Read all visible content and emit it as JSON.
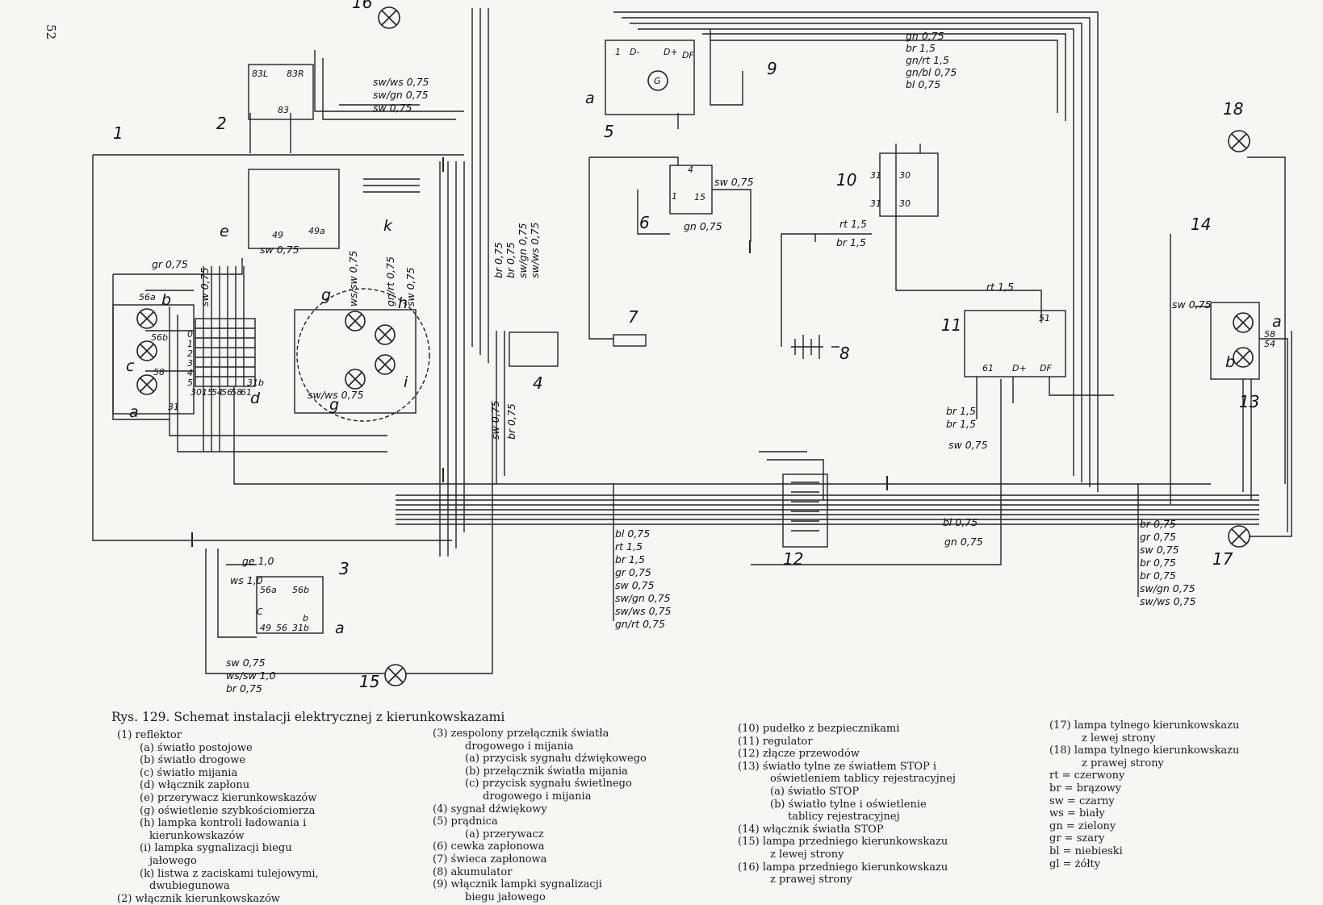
{
  "page_number": "52",
  "caption": "Rys. 129. Schemat instalacji elektrycznej z kierunkowskazami",
  "component_numbers": [
    "1",
    "2",
    "3",
    "4",
    "5",
    "6",
    "7",
    "8",
    "9",
    "10",
    "11",
    "12",
    "13",
    "14",
    "15",
    "16",
    "17",
    "18"
  ],
  "component_letters": {
    "lamp_group_1": [
      "56a",
      "b",
      "56b",
      "c",
      "58",
      "a",
      "31"
    ],
    "switch_2": [
      "83L",
      "83R",
      "83"
    ],
    "switch_e": [
      "e",
      "49",
      "49a"
    ],
    "instrument": [
      "g",
      "h",
      "i",
      "g"
    ],
    "k": "k",
    "d": "d",
    "generator": [
      "a",
      "1",
      "D-",
      "D+",
      "DF",
      "G"
    ],
    "switch_3": [
      "56a",
      "56b",
      "C",
      "49",
      "56",
      "31b",
      "b",
      "a"
    ],
    "regulator": [
      "51",
      "61",
      "D+",
      "DF"
    ],
    "fusebox": [
      "31",
      "30",
      "31",
      "30"
    ],
    "coil": [
      "4",
      "1",
      "15"
    ],
    "tail_13": [
      "a",
      "58",
      "54",
      "b"
    ]
  },
  "matrix_rows": [
    "0",
    "1",
    "2",
    "3",
    "4",
    "5"
  ],
  "matrix_cols": [
    "30",
    "15",
    "54",
    "56",
    "58",
    "61",
    "31b"
  ],
  "wire_labels": {
    "top_left": [
      "sw/ws 0,75",
      "sw/gn 0,75",
      "sw 0,75"
    ],
    "top_right": [
      "gn 0,75",
      "br 1,5",
      "gn/rt 1,5",
      "gn/bl 0,75",
      "bl 0,75"
    ],
    "gr075": "gr 0,75",
    "sw075_e": "sw 0,75",
    "sw075_coil": "sw 0,75",
    "gn075_coil": "gn 0,75",
    "rt15_a": "rt 1,5",
    "br15_a": "br 1,5",
    "rt15_b": "rt 1,5",
    "sw075_right": "sw 0,75",
    "br15_pair": [
      "br 1,5",
      "br 1,5"
    ],
    "sw075_mid": "sw 0,75",
    "bl075_mid": "bl 0,75",
    "gn075_mid": "gn 0,75",
    "vertical_center": [
      "br 0,75",
      "br 0,75",
      "sw/gn 0,75",
      "sw/ws 0,75"
    ],
    "sw075_br075_vert": [
      "sw 0,75",
      "br 0,75"
    ],
    "matrix_vert": [
      "sw 0,75",
      "ws/sw 0,75",
      "gn/rt 0,75",
      "sw 0,75"
    ],
    "ws_sw": "sw/ws 0,75",
    "bottom_center": [
      "bl 0,75",
      "rt 1,5",
      "br 1,5",
      "gr 0,75",
      "sw 0,75",
      "sw/gn 0,75",
      "sw/ws 0,75",
      "gn/rt 0,75"
    ],
    "bottom_right": [
      "br 0,75",
      "gr 0,75",
      "sw 0,75",
      "br 0,75",
      "br 0,75",
      "sw/gn 0,75",
      "sw/ws 0,75"
    ],
    "ge10": "ge 1,0",
    "ws10": "ws 1,0",
    "bottom_left": [
      "sw 0,75",
      "ws/sw 1,0",
      "br 0,75"
    ]
  },
  "legend_col1": [
    {
      "text": "(1)  reflektor",
      "indent": 0
    },
    {
      "text": "(a)  światło postojowe",
      "indent": 1
    },
    {
      "text": "(b)  światło drogowe",
      "indent": 1
    },
    {
      "text": "(c)  światło mijania",
      "indent": 1
    },
    {
      "text": "(d)  włącznik zapłonu",
      "indent": 1
    },
    {
      "text": "(e)  przerywacz kierunkowskazów",
      "indent": 1
    },
    {
      "text": "(g)  oświetlenie szybkościomierza",
      "indent": 1
    },
    {
      "text": "(h)  lampka kontroli ładowania i",
      "indent": 1
    },
    {
      "text": "kierunkowskazów",
      "indent": 2
    },
    {
      "text": "(i)  lampka sygnalizacji biegu",
      "indent": 1
    },
    {
      "text": "jałowego",
      "indent": 2
    },
    {
      "text": "(k)  listwa z zaciskami tulejowymi,",
      "indent": 1
    },
    {
      "text": "dwubiegunowa",
      "indent": 2
    },
    {
      "text": "(2)  włącznik kierunkowskazów",
      "indent": 0
    }
  ],
  "legend_col2": [
    {
      "text": "(3)  zespolony przełącznik światła",
      "indent": 0
    },
    {
      "text": "drogowego i mijania",
      "indent": 2
    },
    {
      "text": "(a)  przycisk sygnału dźwiękowego",
      "indent": 2
    },
    {
      "text": "(b)  przełącznik światła mijania",
      "indent": 2
    },
    {
      "text": "(c)  przycisk sygnału świetlnego",
      "indent": 2
    },
    {
      "text": "drogowego i mijania",
      "indent": 3
    },
    {
      "text": "(4)  sygnał dźwiękowy",
      "indent": 0
    },
    {
      "text": "(5)  prądnica",
      "indent": 0
    },
    {
      "text": "(a)  przerywacz",
      "indent": 2
    },
    {
      "text": "(6)  cewka zapłonowa",
      "indent": 0
    },
    {
      "text": "(7)  świeca zapłonowa",
      "indent": 0
    },
    {
      "text": "(8)  akumulator",
      "indent": 0
    },
    {
      "text": "(9)  włącznik lampki sygnalizacji",
      "indent": 0
    },
    {
      "text": "biegu jałowego",
      "indent": 2
    }
  ],
  "legend_col3": [
    {
      "text": "(10)  pudełko z bezpiecznikami",
      "indent": 0
    },
    {
      "text": "(11)  regulator",
      "indent": 0
    },
    {
      "text": "(12)  złącze przewodów",
      "indent": 0
    },
    {
      "text": "(13)  światło tylne ze światłem STOP i",
      "indent": 0
    },
    {
      "text": "oświetleniem tablicy rejestracyjnej",
      "indent": 2
    },
    {
      "text": "(a)  światło STOP",
      "indent": 2
    },
    {
      "text": "(b)  światło tylne i oświetlenie",
      "indent": 2
    },
    {
      "text": "tablicy rejestracyjnej",
      "indent": 3
    },
    {
      "text": "(14)  włącznik światła STOP",
      "indent": 0
    },
    {
      "text": "(15)  lampa przedniego kierunkowskazu",
      "indent": 0
    },
    {
      "text": "z lewej strony",
      "indent": 2
    },
    {
      "text": "(16)  lampa przedniego kierunkowskazu",
      "indent": 0
    },
    {
      "text": "z prawej strony",
      "indent": 2
    }
  ],
  "legend_col4": [
    {
      "text": "(17)  lampa tylnego kierunkowskazu",
      "indent": 0
    },
    {
      "text": "z lewej strony",
      "indent": 2
    },
    {
      "text": "(18)  lampa tylnego kierunkowskazu",
      "indent": 0
    },
    {
      "text": "z prawej strony",
      "indent": 2
    },
    {
      "text": "rt     = czerwony",
      "indent": 0
    },
    {
      "text": "br     = brązowy",
      "indent": 0
    },
    {
      "text": "sw    = czarny",
      "indent": 0
    },
    {
      "text": "ws    = biały",
      "indent": 0
    },
    {
      "text": "gn    = zielony",
      "indent": 0
    },
    {
      "text": "gr     = szary",
      "indent": 0
    },
    {
      "text": "bl     = niebieski",
      "indent": 0
    },
    {
      "text": "gl     = żółty",
      "indent": 0
    }
  ]
}
